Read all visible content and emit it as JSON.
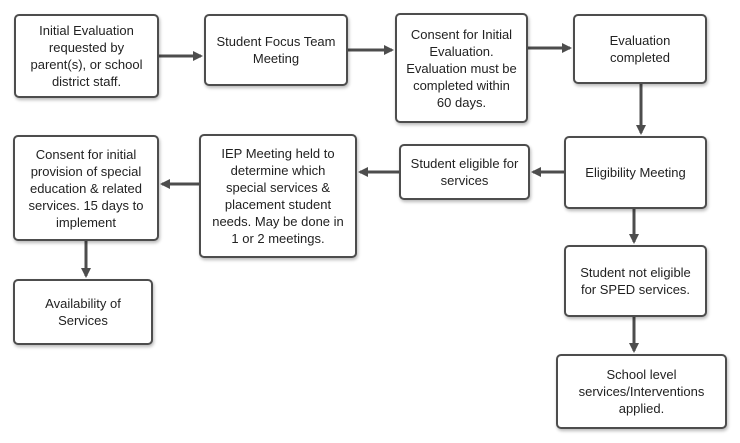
{
  "nodes": {
    "initial_evaluation": "Initial Evaluation\nrequested by\nparent(s), or school\ndistrict staff.",
    "student_focus_team": "Student Focus Team\nMeeting",
    "consent_initial_evaluation": "Consent for Initial\nEvaluation.\nEvaluation must be\ncompleted within\n60 days.",
    "evaluation_completed": "Evaluation\ncompleted",
    "eligibility_meeting": "Eligibility Meeting",
    "student_eligible": "Student eligible for\nservices",
    "iep_meeting": "IEP Meeting held to\ndetermine which\nspecial services &\nplacement student\nneeds. May be done in\n1 or 2 meetings.",
    "consent_initial_provision": "Consent for initial\nprovision of special\neducation & related\nservices. 15 days to\nimplement",
    "availability_services": "Availability of\nServices",
    "student_not_eligible": "Student not eligible\nfor SPED services.",
    "school_level_services": "School level\nservices/Interventions\napplied."
  },
  "colors": {
    "border": "#4d4d4d",
    "arrow": "#4d4d4d",
    "text": "#222222",
    "background": "#ffffff"
  }
}
